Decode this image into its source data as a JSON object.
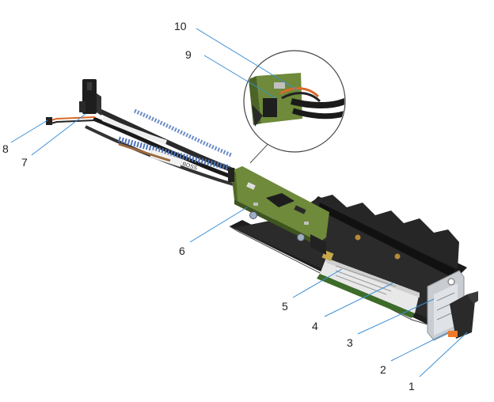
{
  "diagram": {
    "callouts": [
      {
        "number": "1"
      },
      {
        "number": "2"
      },
      {
        "number": "3"
      },
      {
        "number": "4"
      },
      {
        "number": "5"
      },
      {
        "number": "6"
      },
      {
        "number": "7"
      },
      {
        "number": "8"
      },
      {
        "number": "9"
      },
      {
        "number": "10"
      }
    ],
    "board_label": "BOSS"
  },
  "colors": {
    "leader_line": "#3b8fd6",
    "pcb_green": "#6e8a3a",
    "carrier_black": "#1e1e1e",
    "bracket_silver": "#c9ccd0",
    "release_orange": "#f07a2a",
    "cable_blue": "#4f74b7"
  }
}
